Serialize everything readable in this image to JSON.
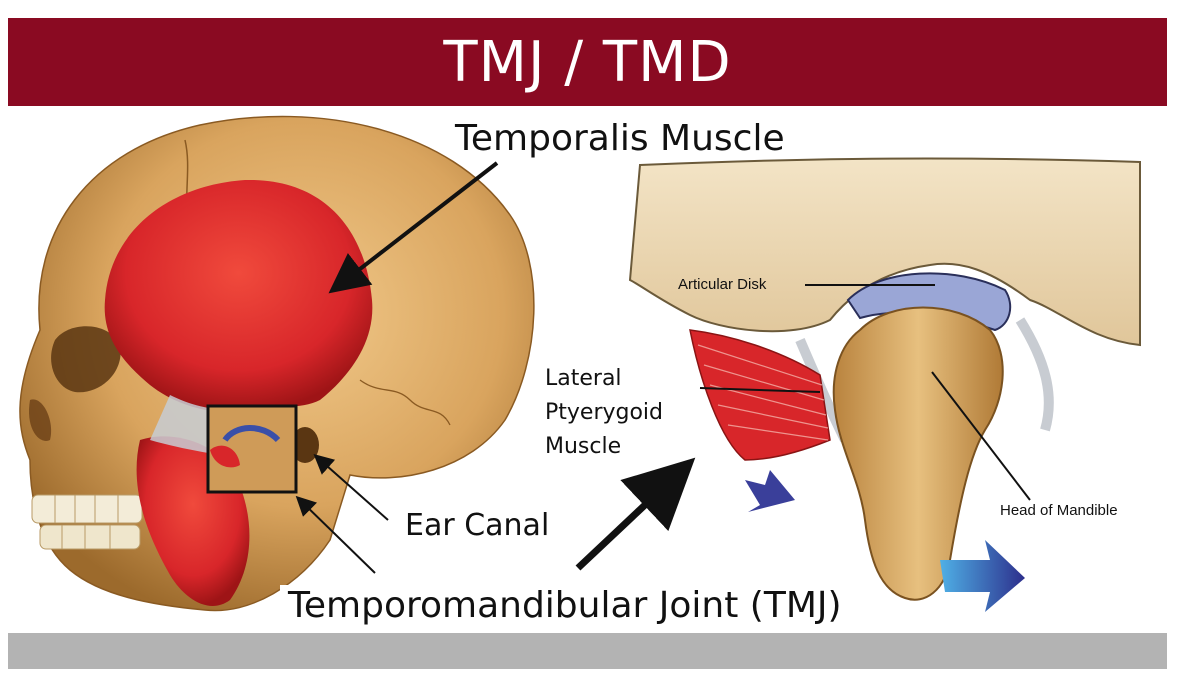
{
  "title": "TMJ / TMD",
  "colors": {
    "banner": "#8a0a22",
    "footer": "#b3b3b3",
    "bone": "#d9a45e",
    "bone_shadow": "#a8722f",
    "muscle": "#d8262a",
    "disk": "#9aa6d6",
    "arrow_blue": "#3a3f9a"
  },
  "labels": {
    "temporalis": "Temporalis Muscle",
    "ear_canal": "Ear Canal",
    "tmj": "Temporomandibular Joint (TMJ)",
    "articular_disk": "Articular Disk",
    "lateral_1": "Lateral",
    "lateral_2": "Ptyerygoid",
    "lateral_3": "Muscle",
    "head_of_mandible": "Head of Mandible"
  }
}
